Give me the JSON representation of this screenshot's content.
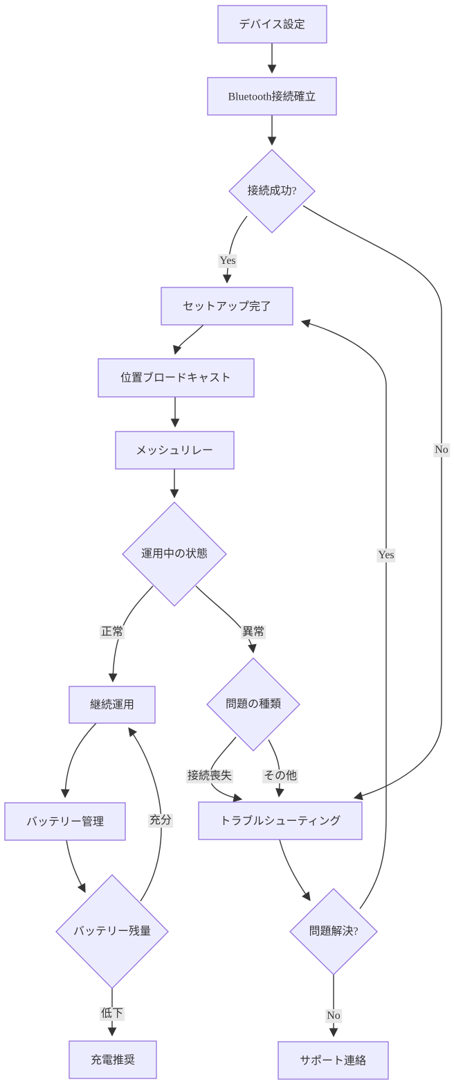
{
  "diagram": {
    "type": "flowchart",
    "direction": "top-down",
    "colors": {
      "background": "#ffffff",
      "node_fill": "#ECECFF",
      "node_border": "#9370DB",
      "edge_stroke": "#333333",
      "edge_label_bg": "#e8e8e8",
      "text": "#333333"
    },
    "nodes": [
      {
        "id": "device-setup",
        "shape": "process",
        "label": "デバイス設定"
      },
      {
        "id": "bluetooth-connect",
        "shape": "process",
        "label": "Bluetooth接続確立"
      },
      {
        "id": "connect-success",
        "shape": "decision",
        "label": "接続成功?"
      },
      {
        "id": "setup-complete",
        "shape": "process",
        "label": "セットアップ完了"
      },
      {
        "id": "location-broadcast",
        "shape": "process",
        "label": "位置ブロードキャスト"
      },
      {
        "id": "mesh-relay",
        "shape": "process",
        "label": "メッシュリレー"
      },
      {
        "id": "operating-status",
        "shape": "decision",
        "label": "運用中の状態"
      },
      {
        "id": "continuous-operation",
        "shape": "process",
        "label": "継続運用"
      },
      {
        "id": "problem-type",
        "shape": "decision",
        "label": "問題の種類"
      },
      {
        "id": "battery-management",
        "shape": "process",
        "label": "バッテリー管理"
      },
      {
        "id": "troubleshooting",
        "shape": "process",
        "label": "トラブルシューティング"
      },
      {
        "id": "battery-level",
        "shape": "decision",
        "label": "バッテリー残量"
      },
      {
        "id": "charge-recommended",
        "shape": "process",
        "label": "充電推奨"
      },
      {
        "id": "problem-solved",
        "shape": "decision",
        "label": "問題解決?"
      },
      {
        "id": "support-contact",
        "shape": "process",
        "label": "サポート連絡"
      }
    ],
    "edges": [
      {
        "from": "device-setup",
        "to": "bluetooth-connect",
        "label": ""
      },
      {
        "from": "bluetooth-connect",
        "to": "connect-success",
        "label": ""
      },
      {
        "from": "connect-success",
        "to": "setup-complete",
        "label": "Yes"
      },
      {
        "from": "connect-success",
        "to": "troubleshooting",
        "label": "No"
      },
      {
        "from": "setup-complete",
        "to": "location-broadcast",
        "label": ""
      },
      {
        "from": "location-broadcast",
        "to": "mesh-relay",
        "label": ""
      },
      {
        "from": "mesh-relay",
        "to": "operating-status",
        "label": ""
      },
      {
        "from": "operating-status",
        "to": "continuous-operation",
        "label": "正常"
      },
      {
        "from": "operating-status",
        "to": "problem-type",
        "label": "異常"
      },
      {
        "from": "continuous-operation",
        "to": "battery-management",
        "label": ""
      },
      {
        "from": "battery-management",
        "to": "battery-level",
        "label": ""
      },
      {
        "from": "battery-level",
        "to": "continuous-operation",
        "label": "充分"
      },
      {
        "from": "battery-level",
        "to": "charge-recommended",
        "label": "低下"
      },
      {
        "from": "problem-type",
        "to": "troubleshooting",
        "label": "接続喪失"
      },
      {
        "from": "problem-type",
        "to": "troubleshooting",
        "label": "その他"
      },
      {
        "from": "troubleshooting",
        "to": "problem-solved",
        "label": ""
      },
      {
        "from": "problem-solved",
        "to": "support-contact",
        "label": "No"
      },
      {
        "from": "problem-solved",
        "to": "setup-complete",
        "label": "Yes"
      }
    ],
    "edge_labels": [
      {
        "text": "Yes"
      },
      {
        "text": "No"
      },
      {
        "text": "正常"
      },
      {
        "text": "異常"
      },
      {
        "text": "充分"
      },
      {
        "text": "接続喪失"
      },
      {
        "text": "その他"
      },
      {
        "text": "低下"
      },
      {
        "text": "No"
      },
      {
        "text": "Yes"
      }
    ]
  }
}
